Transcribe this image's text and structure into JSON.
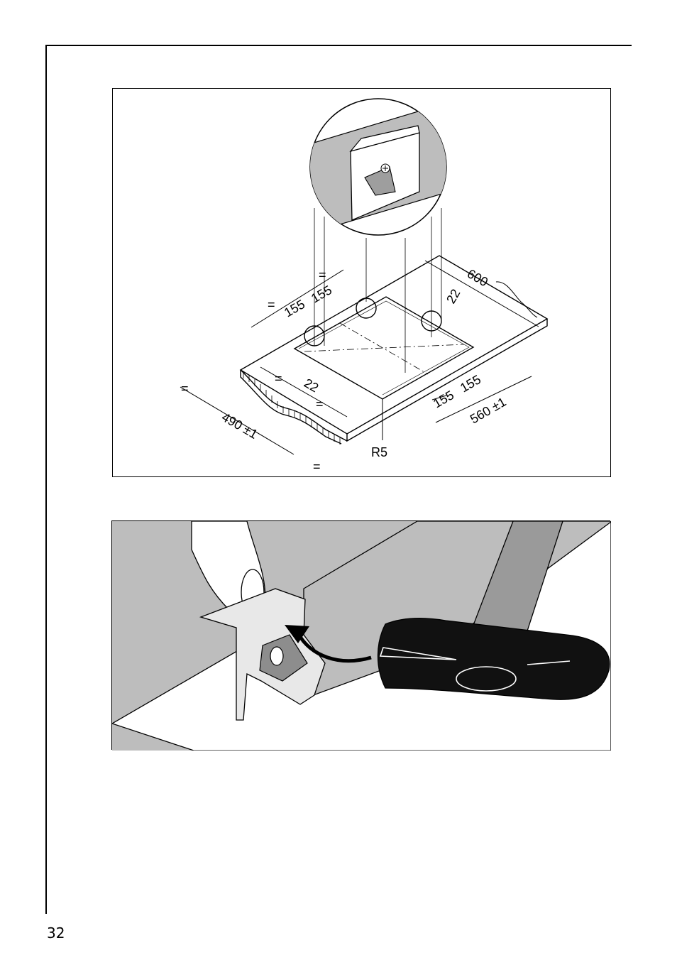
{
  "page": {
    "number": "32"
  },
  "figure1": {
    "labels": {
      "width_600": "600",
      "depth_22_right": "22",
      "depth_22_front": "22",
      "spacing_left_a": "155",
      "spacing_left_b": "155",
      "spacing_right_a": "155",
      "spacing_right_b": "155",
      "cutout_width": "560 ±1",
      "cutout_depth": "490 ±1",
      "radius": "R5",
      "equal_1": "=",
      "equal_2": "=",
      "equal_3": "=",
      "equal_4": "=",
      "equal_5": "=",
      "equal_6": "="
    }
  },
  "figure2": {}
}
